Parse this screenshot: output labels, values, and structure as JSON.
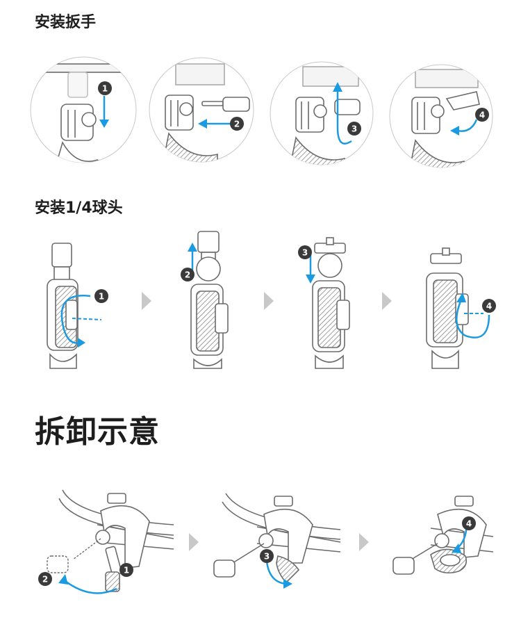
{
  "sections": {
    "wrench": {
      "title": "安装扳手"
    },
    "ballhead": {
      "title": "安装1/4球头"
    },
    "removal": {
      "title": "拆卸示意"
    }
  },
  "steps": {
    "wrench": [
      "1",
      "2",
      "3",
      "4"
    ],
    "ballhead": [
      "1",
      "2",
      "3",
      "4"
    ],
    "removal": [
      "1",
      "2",
      "3",
      "4"
    ]
  },
  "colors": {
    "accent_blue": "#1a9ae0",
    "line_gray": "#6b6b6b",
    "bubble_dark": "#3a3a3a"
  }
}
